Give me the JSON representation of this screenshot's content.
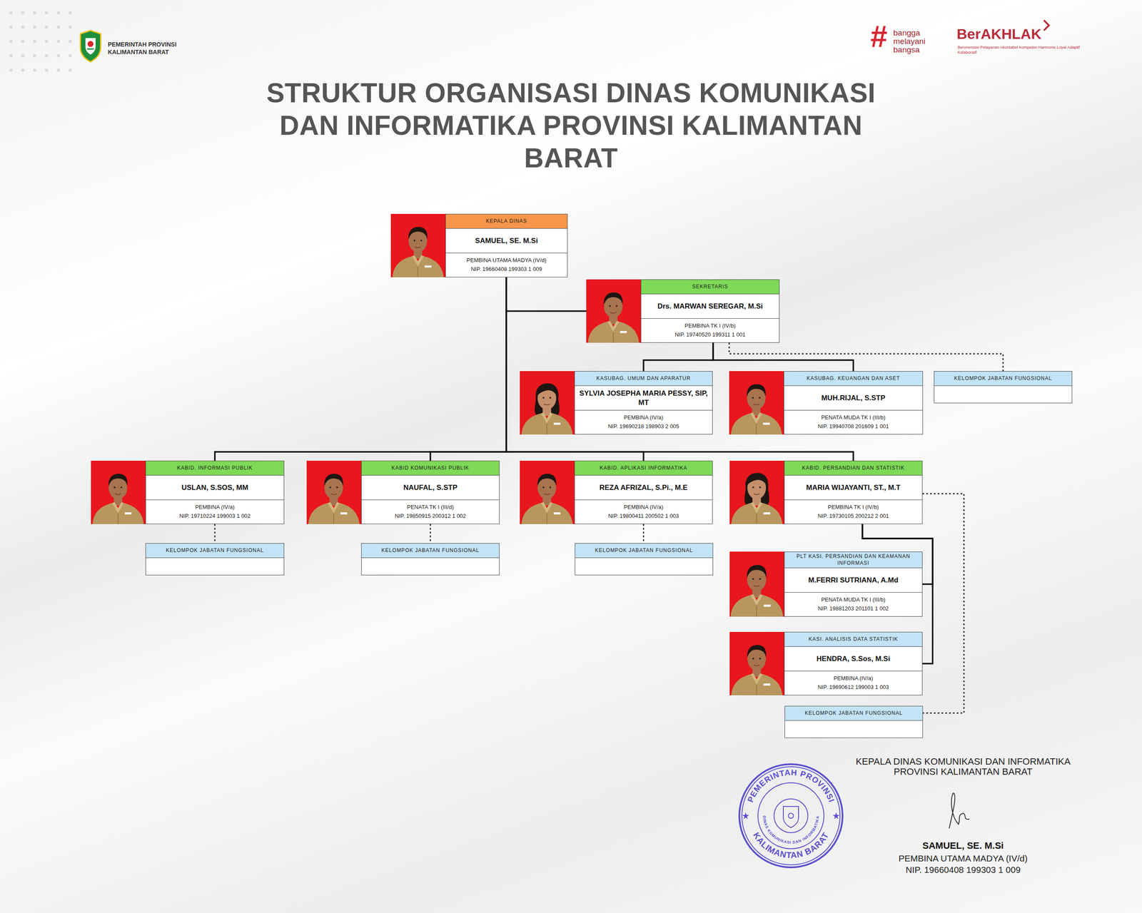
{
  "diagram": {
    "title": "STRUKTUR ORGANISASI DINAS KOMUNIKASI DAN INFORMATIKA PROVINSI KALIMANTAN BARAT",
    "nodes": [
      {
        "text": [
          "KEPALA DINAS",
          "SAMUEL, SE. M.Si",
          "PEMBINA UTAMA MADYA (IV/d)",
          "NIP. 19660408 199303 1 009"
        ]
      },
      {
        "text": [
          "SEKRETARIS",
          "Drs. MARWAN SEREGAR, M.Si",
          "PEMBINA TK I (IV/b)",
          "NIP. 19740520 199311 1 001"
        ]
      },
      {
        "text": [
          "KASUBAG. UMUM DAN APARATUR",
          "SYLVIA JOSEPHA MARIA PESSY, SIP, MT",
          "PEMBINA (IV/a)",
          "NIP. 19690218 198903 2 005"
        ]
      },
      {
        "text": [
          "KASUBAG. KEUANGAN DAN ASET",
          "MUH.RIJAL, S.STP",
          "PENATA MUDA TK I (III/b)",
          "NIP. 19940708 201609 1 001"
        ]
      },
      {
        "text": [
          "KELOMPOK JABATAN FUNGSIONAL"
        ]
      },
      {
        "text": [
          "KABID. INFORMASI PUBLIK",
          "USLAN, S.SOS, MM",
          "PEMBINA (IV/a)",
          "NIP. 19710224 199003 1 002"
        ]
      },
      {
        "text": [
          "KABID KOMUNIKASI PUBLIK",
          "NAUFAL, S.STP",
          "PENATA TK I (III/d)",
          "NIP. 19850915 200312 1 002"
        ]
      },
      {
        "text": [
          "KABID. APLIKASI INFORMATIKA",
          "REZA AFRIZAL, S.Pi., M.E",
          "PEMBINA (IV/a)",
          "NIP. 19800411 200502 1 003"
        ]
      },
      {
        "text": [
          "KABID. PERSANDIAN DAN STATISTIK",
          "MARIA WIJAYANTI, ST., M.T",
          "PEMBINA TK I (IV/b)",
          "NIP. 19730105 200212 2 001"
        ]
      },
      {
        "text": [
          "KELOMPOK JABATAN FUNGSIONAL"
        ]
      },
      {
        "text": [
          "KELOMPOK JABATAN FUNGSIONAL"
        ]
      },
      {
        "text": [
          "KELOMPOK JABATAN FUNGSIONAL"
        ]
      },
      {
        "text": [
          "PLT KASI. PERSANDIAN DAN KEAMANAN INFORMASI",
          "M.FERRI SUTRIANA, A.Md",
          "PENATA MUDA TK I (III/b)",
          "NIP. 19881203 201101 1 002"
        ]
      },
      {
        "text": [
          "KASI. ANALISIS DATA STATISTIK",
          "HENDRA, S.Sos, M.Si",
          "PEMBINA (IV/a)",
          "NIP. 19690612 199003 1 003"
        ]
      },
      {
        "text": [
          "KELOMPOK JABATAN FUNGSIONAL"
        ]
      }
    ],
    "edges": [
      {
        "from": 0,
        "to": 1,
        "arrow": "none"
      },
      {
        "from": 0,
        "to": 5,
        "arrow": "none"
      },
      {
        "from": 0,
        "to": 6,
        "arrow": "none"
      },
      {
        "from": 0,
        "to": 7,
        "arrow": "none"
      },
      {
        "from": 0,
        "to": 8,
        "arrow": "none"
      },
      {
        "from": 1,
        "to": 2,
        "arrow": "none"
      },
      {
        "from": 1,
        "to": 3,
        "arrow": "none"
      },
      {
        "from": 1,
        "to": 4,
        "arrow": "none"
      },
      {
        "from": 5,
        "to": 9,
        "arrow": "none"
      },
      {
        "from": 6,
        "to": 10,
        "arrow": "none"
      },
      {
        "from": 7,
        "to": 11,
        "arrow": "none"
      },
      {
        "from": 8,
        "to": 12,
        "arrow": "none"
      },
      {
        "from": 8,
        "to": 13,
        "arrow": "none"
      },
      {
        "from": 8,
        "to": 14,
        "arrow": "none"
      }
    ],
    "labels": [
      "PEMERINTAH PROVINSI KALIMANTAN BARAT",
      "#",
      "bangga melayani bangsa",
      "BerAKHLAK",
      "Berorientasi Pelayanan Akuntabel Kompeten Harmonis Loyal Adaptif Kolaboratif",
      "KEPALA DINAS KOMUNIKASI DAN INFORMATIKA PROVINSI KALIMANTAN BARAT",
      "SAMUEL, SE. M.Si",
      "PEMBINA UTAMA MADYA (IV/d)",
      "NIP. 19660408 199303 1 009",
      "PEMERINTAH PROVINSI",
      "DINAS KOMUNIKASI DAN INFORMATIKA",
      "KALIMANTAN BARAT"
    ]
  }
}
